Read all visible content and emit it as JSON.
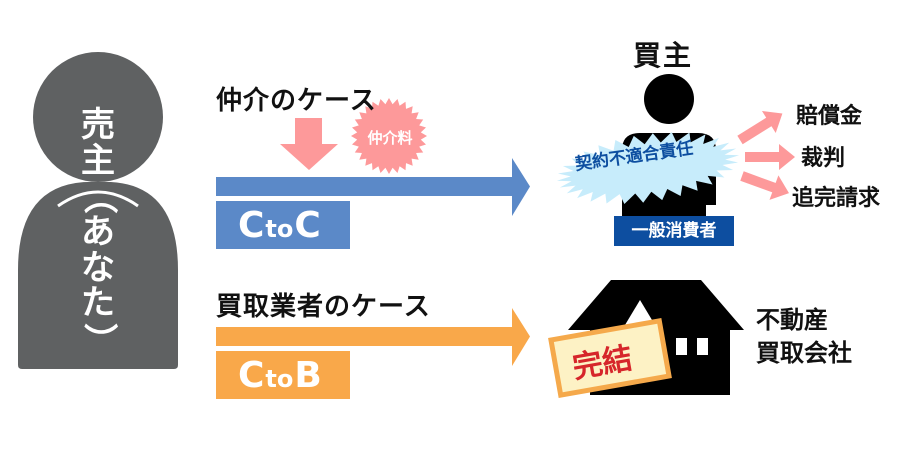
{
  "seller": {
    "label_chars": [
      "売",
      "主",
      "（",
      "あ",
      "な",
      "た",
      "）"
    ],
    "label": "売主（あなた）",
    "color": "#5f6162"
  },
  "brokerage_case": {
    "title": "仲介のケース",
    "fee_badge": "仲介料",
    "type_label_parts": [
      "C",
      "to",
      "C"
    ],
    "type_label": "CtoC",
    "arrow_color": "#5b89c8",
    "fee_color": "#fd999a"
  },
  "buyout_case": {
    "title": "買取業者のケース",
    "type_label_parts": [
      "C",
      "to",
      "B"
    ],
    "type_label": "CtoB",
    "arrow_color": "#f9a84a"
  },
  "buyer": {
    "title": "買主",
    "liability_badge": "契約不適合責任",
    "type_badge": "一般消費者",
    "badge_color": "#c7ecfb",
    "type_color": "#0d4ea0",
    "consequences": [
      "賠償金",
      "裁判",
      "追完請求"
    ],
    "consequence_arrow_color": "#fd999a"
  },
  "buyout_company": {
    "stamp": "完結",
    "label_lines": [
      "不動産",
      "買取会社"
    ],
    "stamp_fill": "#fdf2c5",
    "stamp_border": "#f5a94b",
    "stamp_text_color": "#d6262b"
  }
}
